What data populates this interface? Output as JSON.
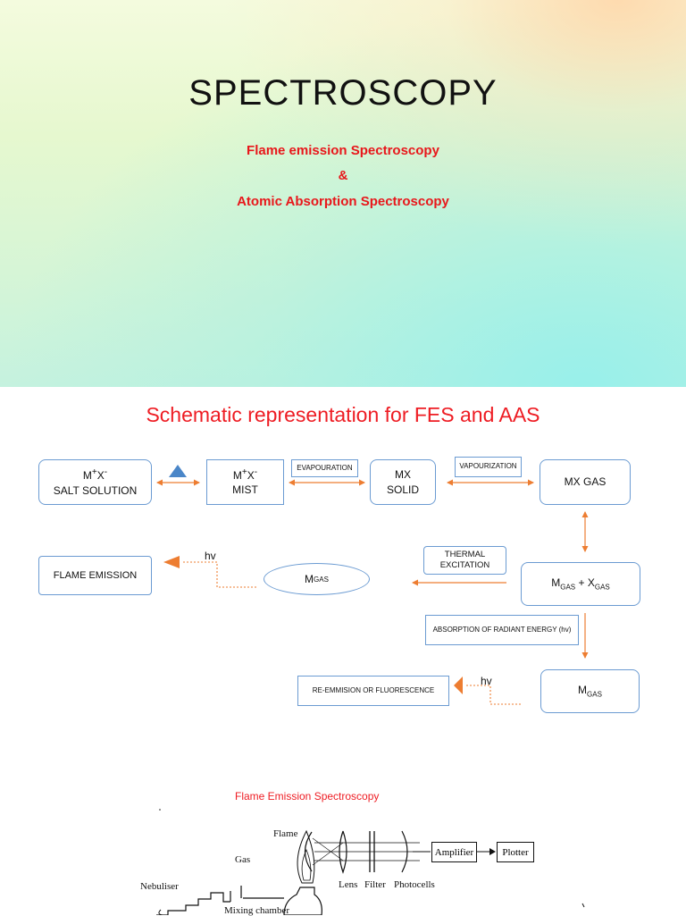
{
  "slide1": {
    "title": "SPECTROSCOPY",
    "subtitle_1": "Flame emission Spectroscopy",
    "subtitle_amp": "&",
    "subtitle_2": "Atomic Absorption Spectroscopy"
  },
  "slide2": {
    "title": "Schematic representation for FES and AAS",
    "salt_l1": "M",
    "salt_l2": "SALT SOLUTION",
    "mist_l1": "M",
    "mist_l2": "MIST",
    "mx_solid_l1": "MX",
    "mx_solid_l2": "SOLID",
    "mx_gas": "MX GAS",
    "evaporation": "EVAPOURATION",
    "vapourization": "VAPOURIZATION",
    "thermal_excitation": "THERMAL EXCITATION",
    "flame_emission": "FLAME EMISSION",
    "m_gas": "M",
    "m_gas_sub": "GAS",
    "mx_split_m": "M",
    "mx_split_plus": " + X",
    "absorption": "ABSORPTION OF RADIANT ENERGY (hv)",
    "re_emission": "RE-EMMISION OR FLUORESCENCE",
    "hv": "hv",
    "sup_plus": "+",
    "sup_x": "X",
    "sup_minus": "-",
    "fes_caption": "Flame Emission Spectroscopy",
    "apparatus": {
      "flame": "Flame",
      "gas": "Gas",
      "nebuliser": "Nebuliser",
      "lens": "Lens",
      "filter": "Filter",
      "photocells": "Photocells",
      "amplifier": "Amplifier",
      "plotter": "Plotter",
      "mixing_chamber": "Mixing chamber"
    }
  },
  "colors": {
    "accent_red": "#ee1c23",
    "arrow_orange": "#ed7d31",
    "box_border": "#6b9bd2",
    "triangle_blue": "#4a86c8"
  }
}
